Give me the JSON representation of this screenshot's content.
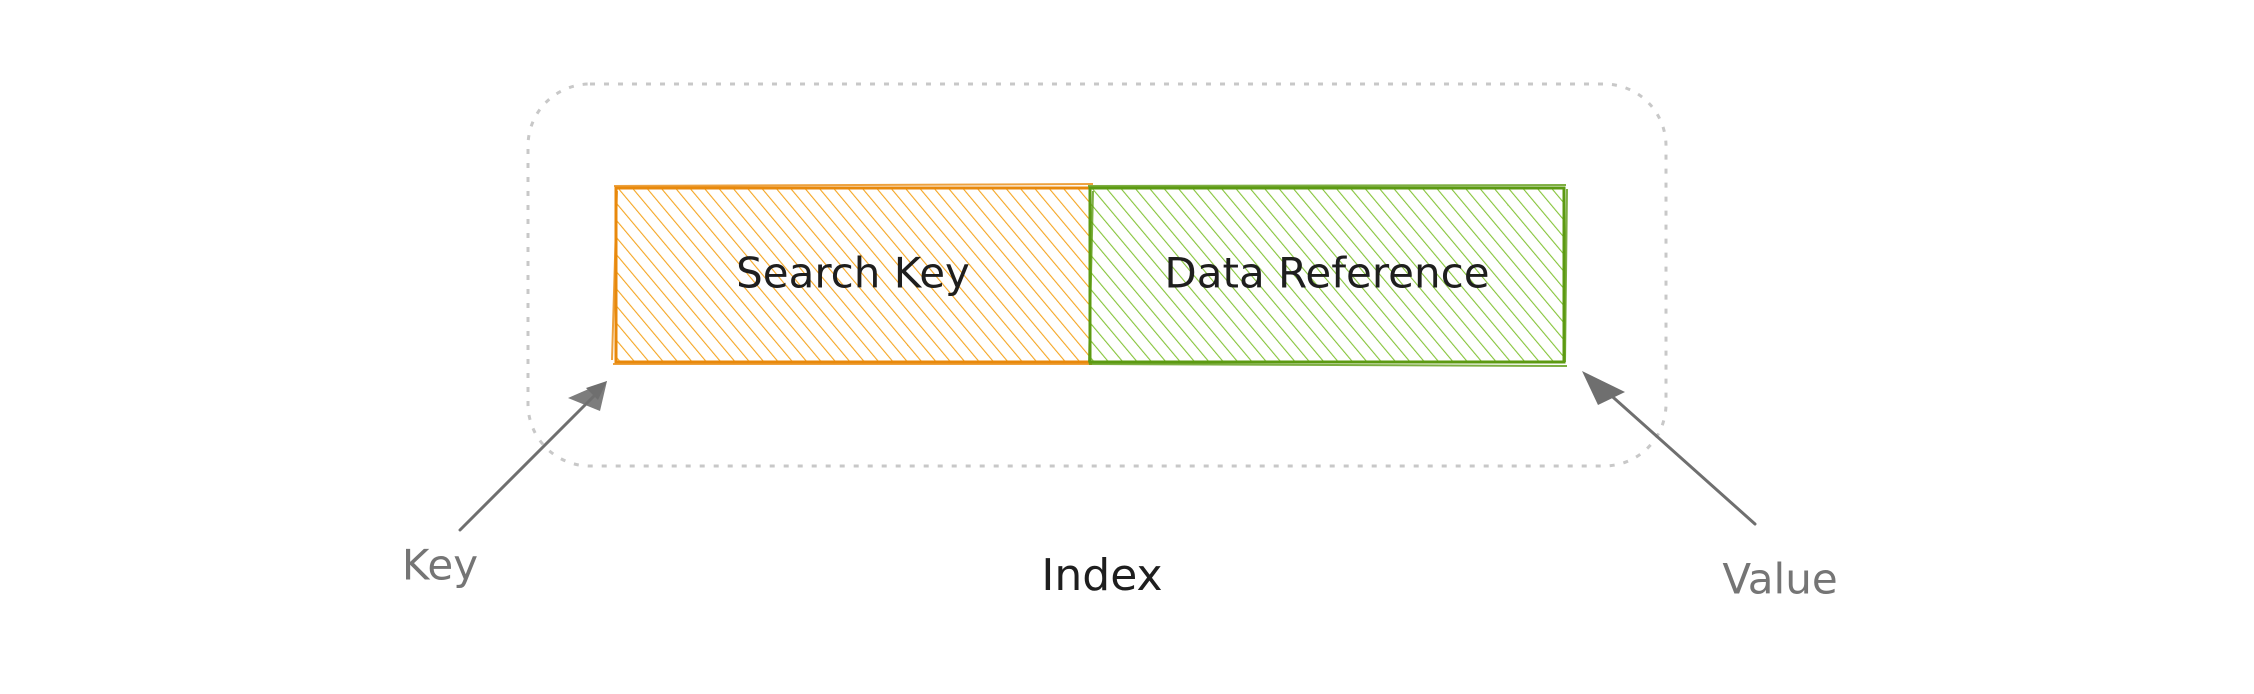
{
  "diagram": {
    "title": "Index",
    "fields": [
      {
        "label": "Search Key",
        "stroke": "#e8890c",
        "hatch": "#f5a623"
      },
      {
        "label": "Data Reference",
        "stroke": "#5c9a12",
        "hatch": "#86c43a"
      }
    ],
    "annotations": {
      "key": "Key",
      "value": "Value"
    },
    "colors": {
      "group_border": "#c8c8c8",
      "arrow": "#6f6f6f",
      "annotation_text": "#757575",
      "text": "#1e1e1e"
    }
  }
}
